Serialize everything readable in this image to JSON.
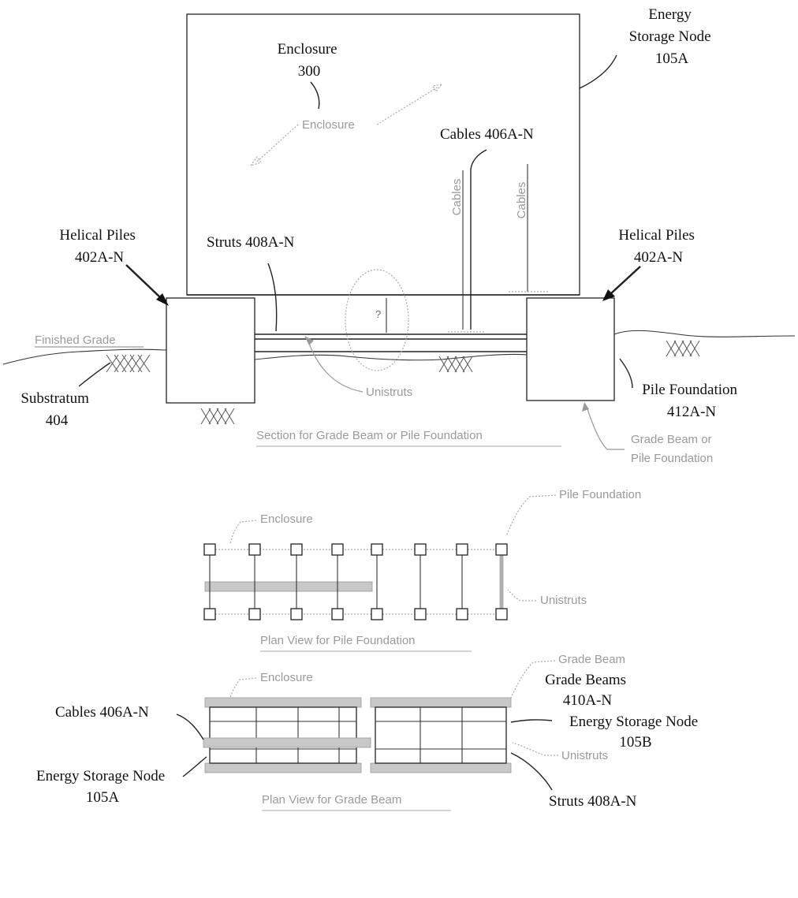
{
  "section": {
    "energy_storage_node": [
      "Energy",
      "Storage Node",
      "105A"
    ],
    "enclosure_ref": [
      "Enclosure",
      "300"
    ],
    "enclosure_inner_label": "Enclosure",
    "cables_ref": "Cables 406A-N",
    "cables_vertical_1": "Cables",
    "cables_vertical_2": "Cables",
    "helical_piles_left": [
      "Helical Piles",
      "402A-N"
    ],
    "helical_piles_right": [
      "Helical Piles",
      "402A-N"
    ],
    "struts_ref": "Struts 408A-N",
    "finished_grade": "Finished Grade",
    "substratum": [
      "Substratum",
      "404"
    ],
    "unistruts": "Unistruts",
    "pile_foundation_ref": [
      "Pile Foundation",
      "412A-N"
    ],
    "grade_beam_label": [
      "Grade Beam or",
      "Pile Foundation"
    ],
    "caption": "Section for Grade Beam or Pile Foundation"
  },
  "pile_plan": {
    "pile_foundation": "Pile Foundation",
    "enclosure": "Enclosure",
    "unistruts": "Unistruts",
    "caption": "Plan View for Pile Foundation"
  },
  "beam_plan": {
    "enclosure": "Enclosure",
    "grade_beam": "Grade Beam",
    "grade_beams_ref": [
      "Grade Beams",
      "410A-N"
    ],
    "energy_storage_node_b": [
      "Energy Storage Node",
      "105B"
    ],
    "unistruts": "Unistruts",
    "cables_ref": "Cables 406A-N",
    "energy_storage_node_a": [
      "Energy Storage Node",
      "105A"
    ],
    "struts_ref": "Struts 408A-N",
    "caption": "Plan View for Grade Beam"
  }
}
